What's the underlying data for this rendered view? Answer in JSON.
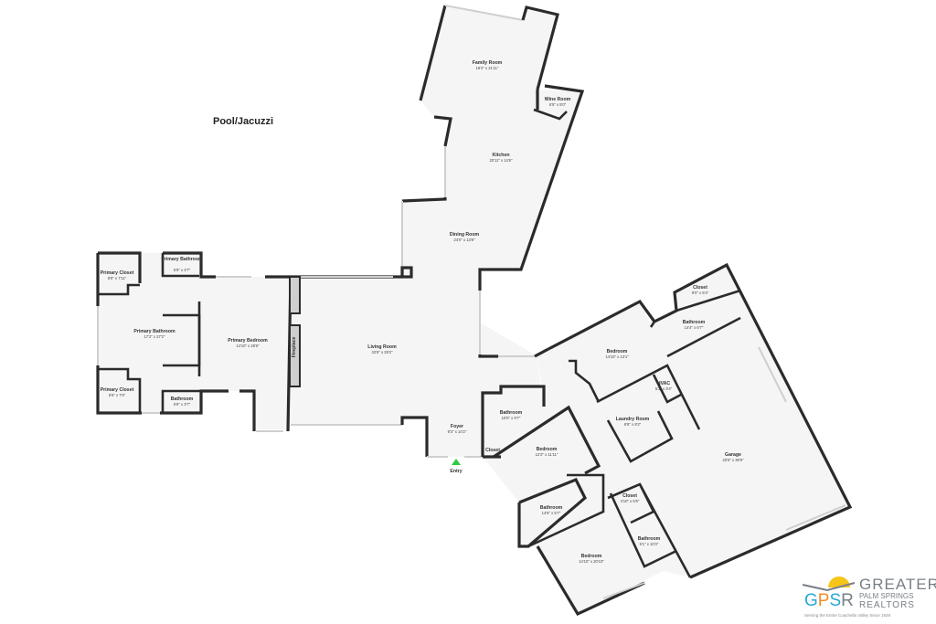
{
  "outdoor_label": "Pool/Jacuzzi",
  "entry_label": "Entry",
  "fireplace_label": "Fireplace",
  "colors": {
    "wall": "#2b2b2b",
    "floor": "#f5f5f5",
    "entry_marker": "#2ecc40",
    "logo_sun": "#f5c518",
    "logo_g": "#2aa7d6",
    "logo_p": "#f28c28",
    "logo_s": "#2aa7d6",
    "logo_r": "#7a7f87"
  },
  "rooms": [
    {
      "name": "Family Room",
      "dims": "19'2\" x 21'11\""
    },
    {
      "name": "Wine Room",
      "dims": "6'5\" x 5'0\""
    },
    {
      "name": "Kitchen",
      "dims": "20'11\" x 14'6\""
    },
    {
      "name": "Dining Room",
      "dims": "24'0\" x 13'8\""
    },
    {
      "name": "Living Room",
      "dims": "32'6\" x 29'2\""
    },
    {
      "name": "Primary Bedroom",
      "dims": "14'10\" x 26'5\""
    },
    {
      "name": "Primary Bathroom",
      "dims": "17'2\" x 27'2\""
    },
    {
      "name": "Primary Closet",
      "dims": "8'8\" x 7'11\""
    },
    {
      "name": "Primary Bathroom",
      "dims": "5'9\" x 3'7\""
    },
    {
      "name": "Primary Closet",
      "dims": "6'6\" x 7'6\""
    },
    {
      "name": "Bathroom",
      "dims": "6'6\" x 3'7\""
    },
    {
      "name": "Foyer",
      "dims": "9'3\" x 10'2\""
    },
    {
      "name": "Bathroom",
      "dims": "10'0\" x 9'7\""
    },
    {
      "name": "Closet",
      "dims": ""
    },
    {
      "name": "Bedroom",
      "dims": "12'2\" x 11'11\""
    },
    {
      "name": "Bathroom",
      "dims": "14'6\" x 5'7\""
    },
    {
      "name": "Bedroom",
      "dims": "14'10\" x 20'10\""
    },
    {
      "name": "Closet",
      "dims": "4'10\" x 5'6\""
    },
    {
      "name": "Bathroom",
      "dims": "6'1\" x 10'3\""
    },
    {
      "name": "Garage",
      "dims": "20'6\" x 36'9\""
    },
    {
      "name": "Laundry Room",
      "dims": "8'8\" x 9'2\""
    },
    {
      "name": "HVAC",
      "dims": "5'2\" x 3'4\""
    },
    {
      "name": "Bedroom",
      "dims": "14'10\" x 13'1\""
    },
    {
      "name": "Bathroom",
      "dims": "14'4\" x 6'7\""
    },
    {
      "name": "Closet",
      "dims": "9'0\" x 5'4\""
    }
  ],
  "logo": {
    "mark": "GPSR",
    "line1": "GREATER",
    "line2": "PALM SPRINGS",
    "line3": "REALTORS",
    "tagline": "Serving the Entire Coachella Valley Since 1929"
  }
}
